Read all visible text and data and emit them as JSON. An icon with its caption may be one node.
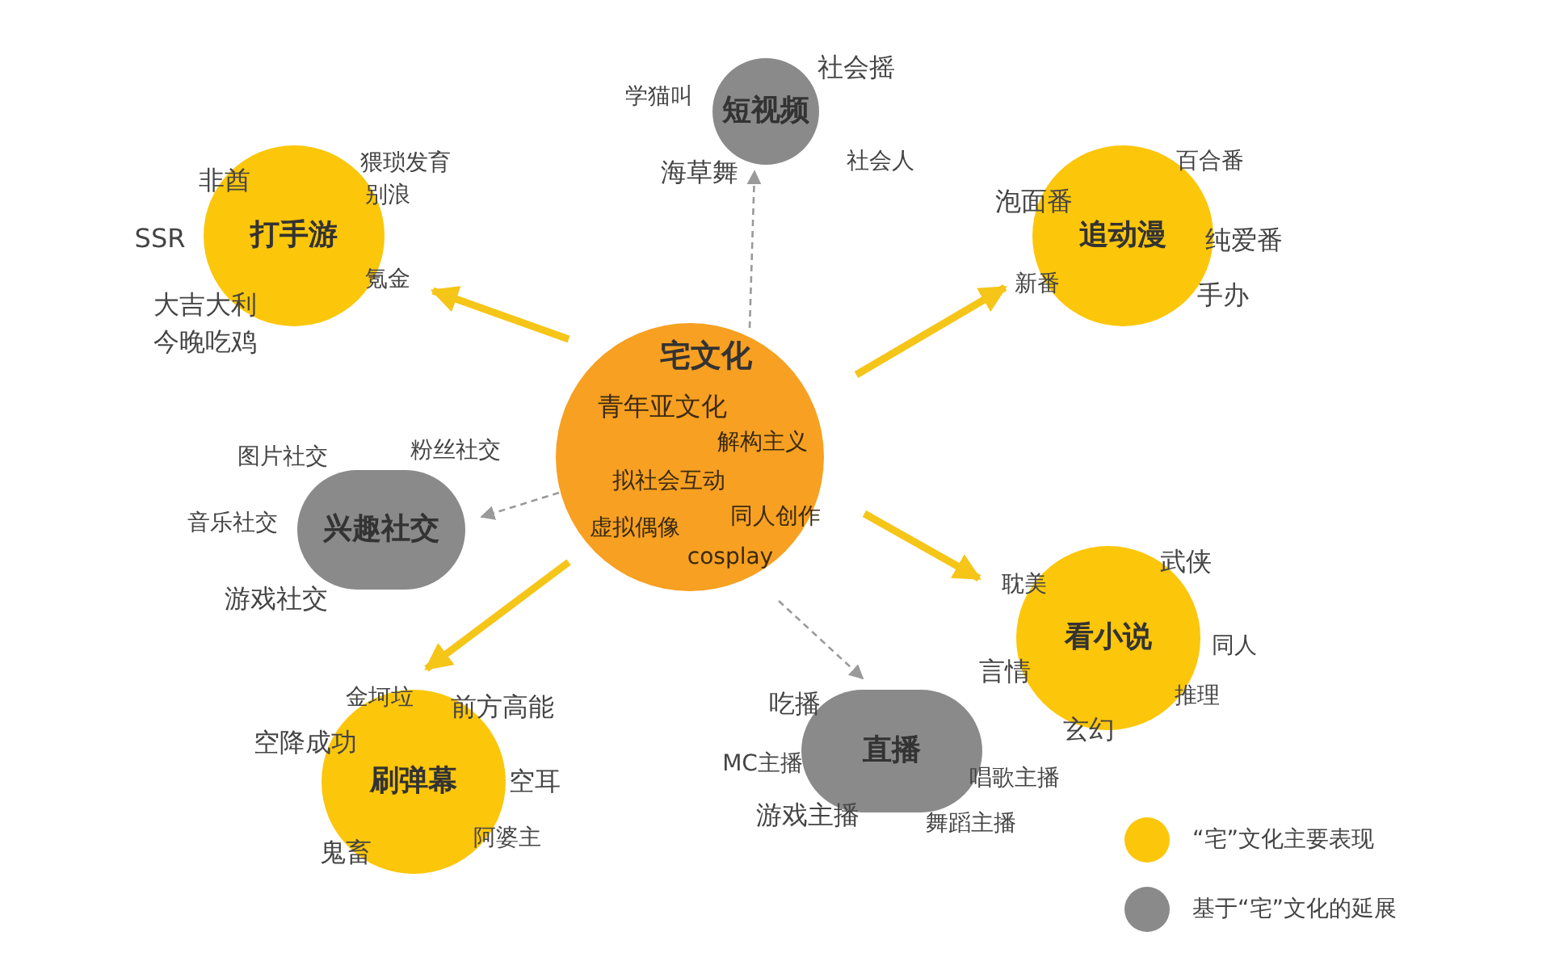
{
  "diagram": {
    "nodes": [
      {
        "text": [
          "宅文化",
          "青年亚文化",
          "解构主义",
          "拟社会互动",
          "同人创作",
          "虚拟偶像",
          "cosplay"
        ]
      },
      {
        "text": [
          "短视频",
          "社会摇",
          "学猫叫",
          "海草舞",
          "社会人"
        ]
      },
      {
        "text": [
          "打手游",
          "非酋",
          "猥琐发育",
          "别浪",
          "SSR",
          "氪金",
          "大吉大利",
          "今晚吃鸡"
        ]
      },
      {
        "text": [
          "追动漫",
          "百合番",
          "泡面番",
          "纯爱番",
          "新番",
          "手办"
        ]
      },
      {
        "text": [
          "兴趣社交",
          "图片社交",
          "粉丝社交",
          "音乐社交",
          "游戏社交"
        ]
      },
      {
        "text": [
          "看小说",
          "耽美",
          "武侠",
          "同人",
          "言情",
          "推理",
          "玄幻"
        ]
      },
      {
        "text": [
          "刷弹幕",
          "金坷垃",
          "前方高能",
          "空降成功",
          "空耳",
          "阿婆主",
          "鬼畜"
        ]
      },
      {
        "text": [
          "直播",
          "吃播",
          "MC主播",
          "唱歌主播",
          "游戏主播",
          "舞蹈主播"
        ]
      }
    ],
    "edges": [
      {
        "from": 0,
        "to": 1,
        "arrow": "to",
        "style": "dashed",
        "color": "#9a9a9a"
      },
      {
        "from": 0,
        "to": 2,
        "arrow": "to"
      },
      {
        "from": 0,
        "to": 3,
        "arrow": "to"
      },
      {
        "from": 0,
        "to": 4,
        "arrow": "to",
        "style": "dashed",
        "color": "#9a9a9a"
      },
      {
        "from": 0,
        "to": 5,
        "arrow": "to"
      },
      {
        "from": 0,
        "to": 6,
        "arrow": "to"
      },
      {
        "from": 0,
        "to": 7,
        "arrow": "to",
        "style": "dashed",
        "color": "#9a9a9a"
      }
    ],
    "legend": [
      {
        "text": "“宅”文化主要表现",
        "color": "#fcc60a"
      },
      {
        "text": "基于“宅”文化的延展",
        "color": "#8a8a8a"
      }
    ]
  }
}
